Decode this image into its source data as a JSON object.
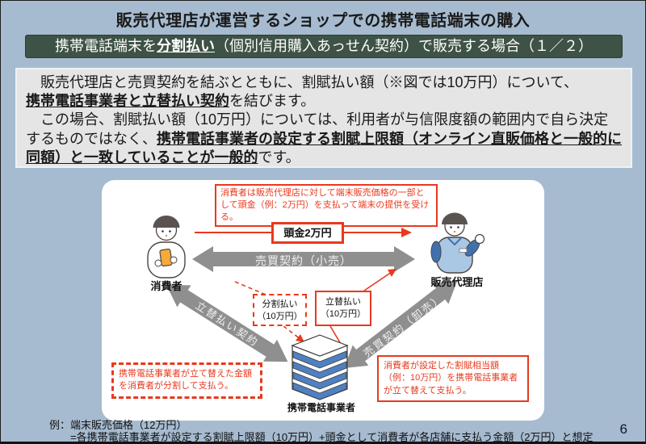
{
  "page": {
    "title": "販売代理店が運営するショップでの携帯電話端末の購入",
    "page_number": "6"
  },
  "banner": {
    "pre": "携帯電話端末を",
    "emphasis": "分割払い",
    "post": "（個別信用購入あっせん契約）で販売する場合（１／２）"
  },
  "summary": {
    "p1_pre": "　販売代理店と売買契約を結ぶとともに、割賦払い額（※図では10万円）について、\n",
    "p1_bold": "携帯電話事業者と立替払い契約",
    "p1_post": "を結びます。",
    "p2_pre": "　この場合、割賦払い額（10万円）については、利用者が与信限度額の範囲内で自ら決定するものではなく、",
    "p2_bold": "携帯電話事業者の設定する割賦上限額（オンライン直販価格と一般的に同額）と一致していることが一般的",
    "p2_post": "です。"
  },
  "diagram": {
    "top_note": "消費者は販売代理店に対して端末販売価格の一部として頭金（例：2万円）を支払って端末の提供を受ける。",
    "deposit": "頭金2万円",
    "consumer": "消費者",
    "agent": "販売代理店",
    "carrier": "携帯電話事業者",
    "retail_contract": "売買契約（小売）",
    "surrogate_contract": "立替払い契約",
    "wholesale_contract": "売買契約（卸売）",
    "installment": {
      "line1": "分割払い",
      "line2": "（10万円）"
    },
    "advance": {
      "line1": "立替払い",
      "line2": "（10万円）"
    },
    "left_note": "携帯電話事業者が立て替えた金額を消費者が分割して支払う。",
    "right_note": "消費者が設定した割賦相当額（例：10万円）を携帯電話事業者が立て替えて支払う。"
  },
  "footer": {
    "line1": "例：端末販売価格（12万円）",
    "line2": "=各携帯電話事業者が設定する割賦上限額（10万円）+頭金として消費者が各店舗に支払う金額（2万円）と想定"
  },
  "colors": {
    "background": "#a6bbd0",
    "banner_bg": "#3e5246",
    "accent_red": "#e8391d",
    "arrow_gray": "#8f8f8f",
    "server_blue": "#4f80c1"
  }
}
